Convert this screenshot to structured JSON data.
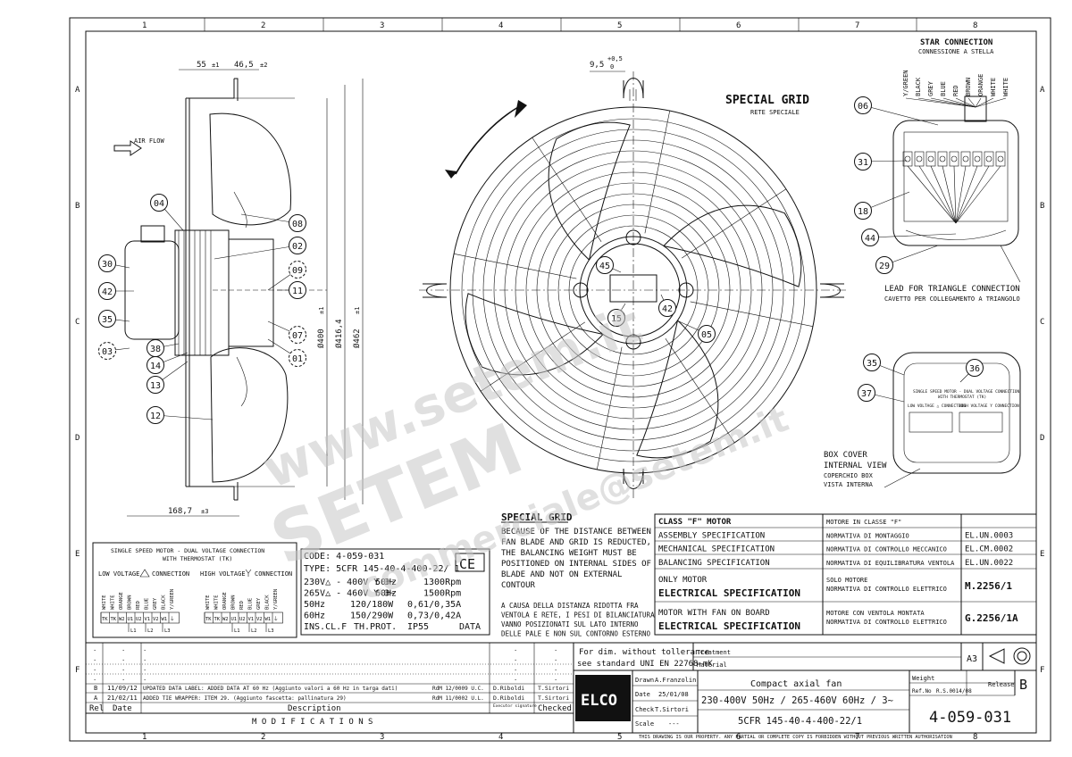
{
  "frame": {
    "columns": [
      "1",
      "2",
      "3",
      "4",
      "5",
      "6",
      "7",
      "8"
    ],
    "rows": [
      "A",
      "B",
      "C",
      "D",
      "E",
      "F"
    ]
  },
  "side_view": {
    "air_flow": "AIR FLOW",
    "dims": {
      "d55": "55",
      "d55_tol": "±1",
      "d46": "46,5",
      "d46_tol": "±2",
      "d168": "168,7",
      "d168_tol": "±3",
      "dia400": "Ø400",
      "dia400_tol": "±1",
      "dia416": "Ø416,4",
      "dia462": "Ø462",
      "dia462_tol": "±1"
    },
    "balloons": [
      "04",
      "08",
      "02",
      "09",
      "30",
      "11",
      "42",
      "35",
      "07",
      "01",
      "38",
      "03",
      "14",
      "13",
      "12"
    ]
  },
  "front_view": {
    "title": "SPECIAL GRID",
    "subtitle": "RETE SPECIALE",
    "dim": "9,5",
    "dim_tol_up": "+0,5",
    "dim_tol_dn": "0",
    "balloons": [
      "45",
      "42",
      "15",
      "05"
    ]
  },
  "star_connection": {
    "title": "STAR CONNECTION",
    "subtitle": "CONNESSIONE A STELLA",
    "wires": [
      "Y/GREEN",
      "BLACK",
      "GREY",
      "BLUE",
      "RED",
      "BROWN",
      "ORANGE",
      "WHITE",
      "WHITE"
    ],
    "balloons": [
      "06",
      "31",
      "18",
      "44",
      "29"
    ],
    "lead_note": "LEAD FOR TRIANGLE CONNECTION",
    "lead_note_it": "CAVETTO PER COLLEGAMENTO A TRIANGOLO"
  },
  "box_cover": {
    "balloons": [
      "35",
      "36",
      "37"
    ],
    "label1": "BOX COVER",
    "label2": "INTERNAL VIEW",
    "label3": "COPERCHIO BOX",
    "label4": "VISTA INTERNA",
    "inner_title": "SINGLE SPEED MOTOR - DUAL VOLTAGE CONNECTION",
    "inner_sub": "WITH THERMOSTAT (TK)",
    "inner_low": "LOW VOLTAGE △ CONNECTION",
    "inner_high": "HIGH VOLTAGE Y CONNECTION"
  },
  "wiring_box": {
    "title1": "SINGLE SPEED MOTOR - DUAL VOLTAGE CONNECTION",
    "title2": "WITH THERMOSTAT (TK)",
    "low": "LOW VOLTAGE",
    "high": "HIGH VOLTAGE",
    "connection": "CONNECTION",
    "colors": [
      "WHITE",
      "WHITE",
      "ORANGE",
      "BROWN",
      "RED",
      "BLUE",
      "GREY",
      "BLACK",
      "Y/GREEN"
    ],
    "terminals": [
      "TK",
      "TK",
      "W2",
      "U1",
      "U2",
      "V1",
      "V2",
      "W1",
      "⏚"
    ],
    "lines": [
      "L1",
      "L2",
      "L3"
    ]
  },
  "label_box": {
    "code": "CODE: 4-059-031",
    "type": "TYPE: 5CFR 145-40-4-400-22/ 1",
    "ce": "CE",
    "rows": [
      [
        "230V△ - 400V Y 3~",
        "50Hz",
        "1300Rpm"
      ],
      [
        "265V△ - 460V Y 3~",
        "60Hz",
        "1500Rpm"
      ],
      [
        "50Hz",
        "120/180W",
        "0,61/0,35A"
      ],
      [
        "60Hz",
        "150/290W",
        "0,73/0,42A"
      ],
      [
        "INS.CL.F",
        "TH.PROT.",
        "IP55",
        "DATA"
      ]
    ]
  },
  "grid_note": {
    "title": "SPECIAL GRID",
    "en": [
      "BECAUSE OF THE DISTANCE BETWEEN",
      "FAN BLADE AND GRID IS REDUCTED,",
      "THE BALANCING WEIGHT MUST BE",
      "POSITIONED ON INTERNAL SIDES OF",
      "BLADE AND NOT ON EXTERNAL",
      "CONTOUR"
    ],
    "it": [
      "A CAUSA DELLA DISTANZA RIDOTTA FRA",
      "VENTOLA E RETE, I PESI DI BILANCIATURA",
      "VANNO POSIZIONATI SUL LATO INTERNO",
      "DELLE PALE E NON SUL CONTORNO ESTERNO"
    ]
  },
  "spec_table": {
    "rows": [
      {
        "en": "CLASS \"F\" MOTOR",
        "it": "MOTORE IN CLASSE \"F\"",
        "code": ""
      },
      {
        "en": "ASSEMBLY SPECIFICATION",
        "it": "NORMATIVA DI MONTAGGIO",
        "code": "EL.UN.0003"
      },
      {
        "en": "MECHANICAL SPECIFICATION",
        "it": "NORMATIVA DI CONTROLLO MECCANICO",
        "code": "EL.CM.0002"
      },
      {
        "en": "BALANCING SPECIFICATION",
        "it": "NORMATIVA DI EQUILIBRATURA VENTOLA",
        "code": "EL.UN.0022"
      }
    ],
    "only_motor": "ONLY MOTOR",
    "elec1": "ELECTRICAL SPECIFICATION",
    "solo": "SOLO MOTORE",
    "norm_elec": "NORMATIVA DI CONTROLLO ELETTRICO",
    "m_code": "M.2256/1",
    "motor_fan": "MOTOR WITH FAN ON BOARD",
    "elec2": "ELECTRICAL SPECIFICATION",
    "motore_vent": "MOTORE CON VENTOLA MONTATA",
    "norm_elec2": "NORMATIVA DI CONTROLLO ELETTRICO",
    "g_code": "G.2256/1A"
  },
  "title_block": {
    "rev_b": {
      "rel": "B",
      "date": "11/09/12",
      "desc": "UPDATED DATA LABEL: ADDED DATA AT  60 Hz (Aggiunto valori a  60 Hz in targa dati)",
      "rdm": "RdM 12/0009 U.C.",
      "exec": "D.Riboldi",
      "check": "T.Sirtori"
    },
    "rev_a": {
      "rel": "A",
      "date": "21/02/11",
      "desc": "ADDED TIE WRAPPER: ITEM 29. (Aggiunto fascetta: pallinatura 29)",
      "rdm": "RdM 11/0002 U.L.",
      "exec": "D.Riboldi",
      "check": "T.Sirtori"
    },
    "hdr_rel": "Rel",
    "hdr_date": "Date",
    "hdr_desc": "Description",
    "hdr_exec": "Executor signature",
    "hdr_checked": "Checked",
    "modifications": "M O D I F I C A T I O N S",
    "tol1": "For dim. without tollerance",
    "tol2": "see standard UNI EN 22768-mK",
    "treatment": "Treatment",
    "material": "Material",
    "size": "A3",
    "drawn_lbl": "Drawn",
    "drawn": "A.Franzolin",
    "date_lbl": "Date",
    "date": "25/01/08",
    "check_lbl": "Check",
    "check": "T.Sirtori",
    "scale_lbl": "Scale",
    "scale": "---",
    "logo": "ELCO",
    "name": "Compact axial fan",
    "desc": "230-400V 50Hz / 265-460V 60Hz / 3~",
    "model": "5CFR 145-40-4-400-22/1",
    "weight_lbl": "Weight",
    "ref_lbl": "Ref.No",
    "ref": "R.S.0014/08",
    "release_lbl": "Release",
    "release": "B",
    "number": "4-059-031",
    "footer": "THIS DRAWING IS OUR PROPERTY. ANY PARTIAL OR COMPLETE COPY IS FORBIDDEN WITHOUT PREVIOUS WRITTEN AUTHORISATION"
  },
  "watermark": {
    "line1": "www.setem.it",
    "line2": "SETEM",
    "line3": "commerciale@setem.it"
  }
}
